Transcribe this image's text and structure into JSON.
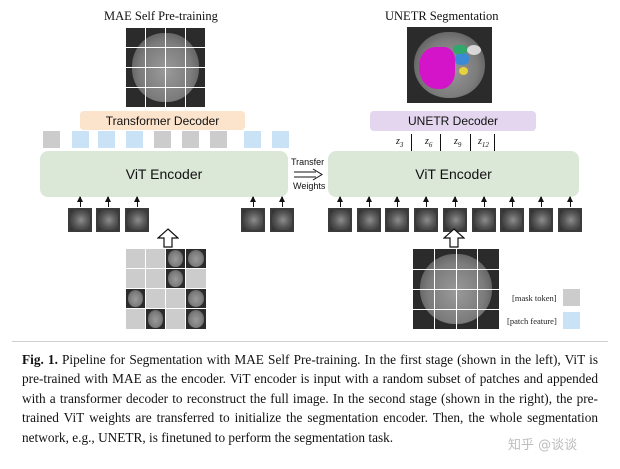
{
  "left": {
    "title": "MAE Self Pre-training",
    "decoder": "Transformer Decoder",
    "encoder": "ViT Encoder"
  },
  "right": {
    "title": "UNETR Segmentation",
    "decoder": "UNETR Decoder",
    "encoder": "ViT Encoder",
    "skip_labels": [
      "z3",
      "z6",
      "z9",
      "z12"
    ]
  },
  "transfer": {
    "line1": "Transfer",
    "line2": "Weights"
  },
  "legend": {
    "mask": "[mask token]",
    "patch": "[patch feature]"
  },
  "colors": {
    "encoder": "#dbe8d7",
    "transformer_decoder": "#fbe3cc",
    "unetr_decoder": "#e3d6ee",
    "mask_token": "#cccccc",
    "patch_feature": "#c9e2f6"
  },
  "caption": {
    "label": "Fig. 1.",
    "text": " Pipeline for Segmentation with MAE Self Pre-training. In the first stage (shown in the left), ViT is pre-trained with MAE as the encoder. ViT encoder is input with a random subset of patches and appended with a transformer decoder to reconstruct the full image. In the second stage (shown in the right), the pre-trained ViT weights are transferred to initialize the segmentation encoder. Then, the whole segmentation network, e.g., UNETR, is finetuned to perform the segmentation task."
  },
  "watermark": "知乎 @谈谈"
}
